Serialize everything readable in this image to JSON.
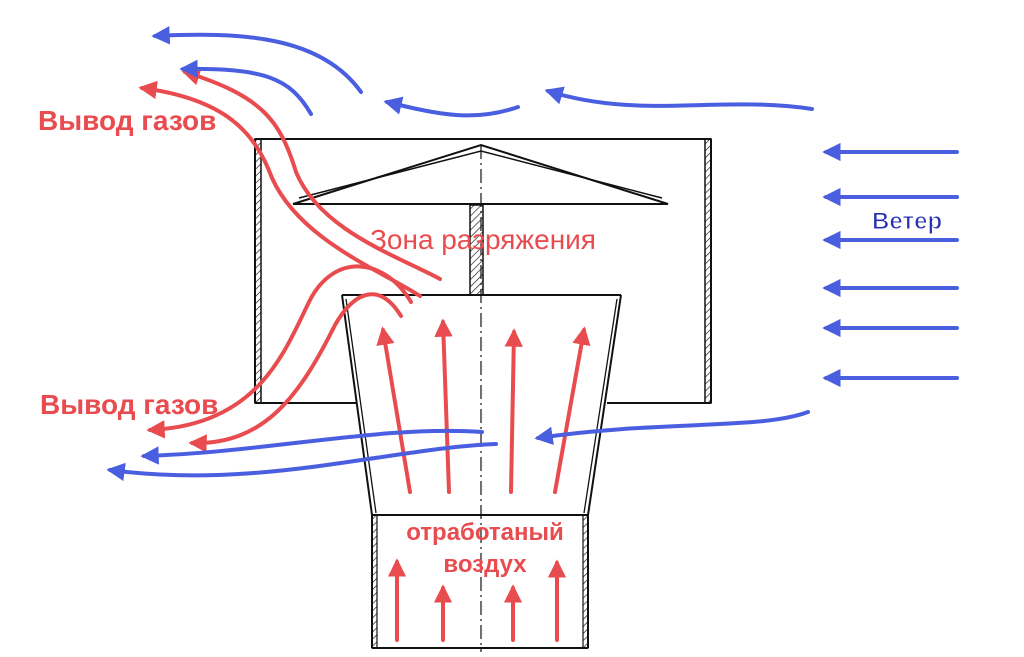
{
  "labels": {
    "gas_outlet_top": "Вывод газов",
    "gas_outlet_bottom": "Вывод газов",
    "vacuum_zone": "Зона разряжения",
    "wind": "Ветер",
    "exhaust_line1": "отработаный",
    "exhaust_line2": "воздух"
  },
  "colors": {
    "hot_gas": "#e84c4f",
    "wind": "#4a5ee0",
    "wind_label": "#2530b0",
    "outline": "#111111"
  }
}
